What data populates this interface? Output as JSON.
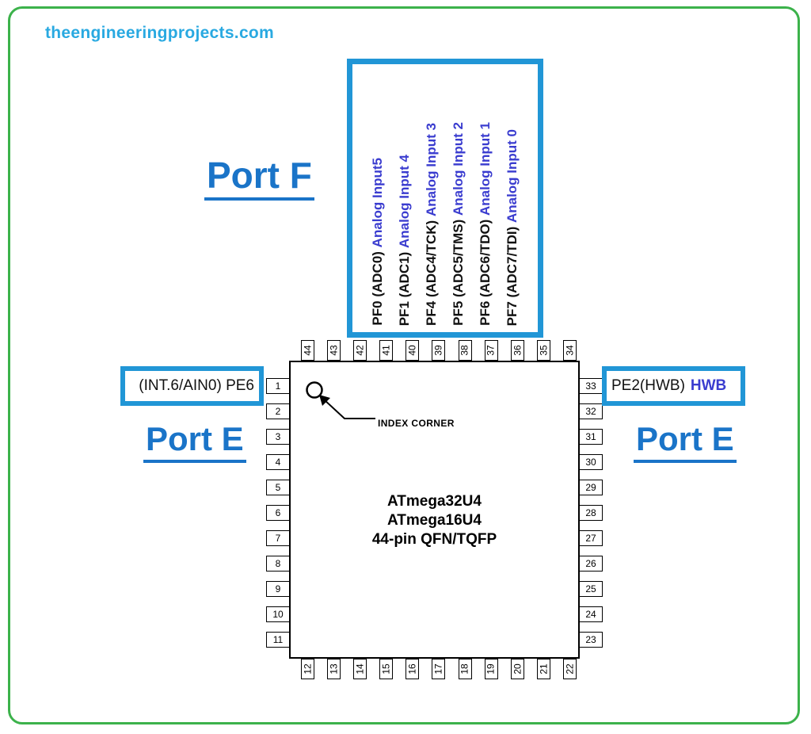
{
  "brand": {
    "website": "theengineeringprojects.com"
  },
  "headings": {
    "port_f": "Port F",
    "port_e_left": "Port E",
    "port_e_right": "Port E"
  },
  "port_f": {
    "labels": [
      {
        "pin_name": "PF0 (ADC0)",
        "function": "Analog Input5"
      },
      {
        "pin_name": "PF1 (ADC1)",
        "function": "Analog Input 4"
      },
      {
        "pin_name": "PF4 (ADC4/TCK)",
        "function": "Analog Input 3"
      },
      {
        "pin_name": "PF5 (ADC5/TMS)",
        "function": "Analog Input 2"
      },
      {
        "pin_name": "PF6 (ADC6/TDO)",
        "function": "Analog Input 1"
      },
      {
        "pin_name": "PF7 (ADC7/TDI)",
        "function": "Analog Input 0"
      }
    ]
  },
  "chip": {
    "title_lines": [
      "ATmega32U4",
      "ATmega16U4",
      "44-pin QFN/TQFP"
    ],
    "index_corner_label": "INDEX CORNER"
  },
  "pins": {
    "top": [
      "44",
      "43",
      "42",
      "41",
      "40",
      "39",
      "38",
      "37",
      "36",
      "35",
      "34"
    ],
    "left": [
      "1",
      "2",
      "3",
      "4",
      "5",
      "6",
      "7",
      "8",
      "9",
      "10",
      "11"
    ],
    "right": [
      "33",
      "32",
      "31",
      "30",
      "29",
      "28",
      "27",
      "26",
      "25",
      "24",
      "23"
    ],
    "bottom": [
      "12",
      "13",
      "14",
      "15",
      "16",
      "17",
      "18",
      "19",
      "20",
      "21",
      "22"
    ]
  },
  "callouts": {
    "left": {
      "text": "(INT.6/AIN0) PE6"
    },
    "right": {
      "pin_name": "PE2(HWB)",
      "function": "HWB"
    }
  },
  "colors": {
    "frame_green": "#3cb24b",
    "accent_blue": "#2196d6",
    "heading_blue": "#1a74c8",
    "function_text": "#3a3ccf",
    "brand_blue": "#29a9e1"
  }
}
